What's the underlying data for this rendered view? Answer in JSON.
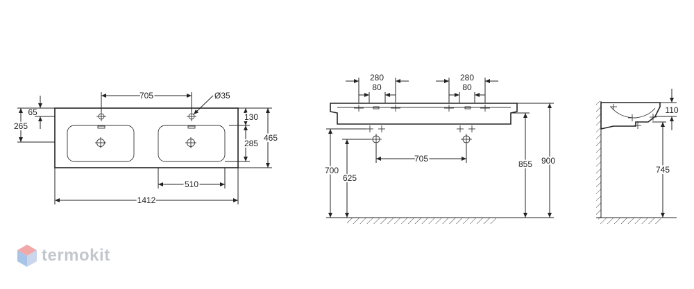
{
  "brand": {
    "name": "termokit",
    "colors": {
      "top": "#f0a8a8",
      "left": "#a8c4e8",
      "right": "#c9d6ec"
    }
  },
  "plan_view": {
    "dims": {
      "d705": "705",
      "d35": "Ø35",
      "d65": "65",
      "d265": "265",
      "d130": "130",
      "d285": "285",
      "d465": "465",
      "d510": "510",
      "d1412": "1412"
    }
  },
  "front_view": {
    "dims": {
      "left_280": "280",
      "left_80": "80",
      "right_280": "280",
      "right_80": "80",
      "d705": "705",
      "d700": "700",
      "d625": "625",
      "d855": "855",
      "d900": "900"
    }
  },
  "side_view": {
    "dims": {
      "d110": "110",
      "d745": "745"
    }
  }
}
